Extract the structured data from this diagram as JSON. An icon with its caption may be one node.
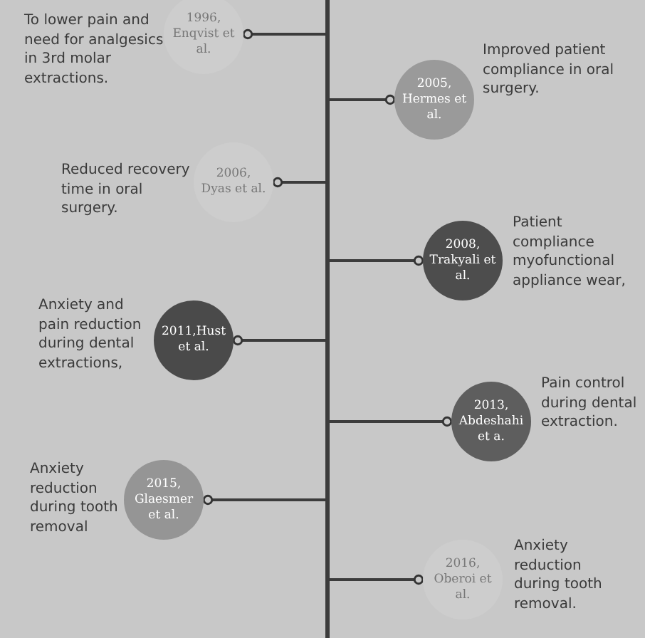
{
  "diagram": {
    "nodes": [
      {
        "text": [],
        "shape": "bar"
      },
      {
        "text": [
          "1996, Enqvist et al."
        ],
        "beside": [
          "To lower pain and need for analgesics in 3rd molar extractions."
        ]
      },
      {
        "text": [
          "2005, Hermes et al."
        ],
        "beside": [
          "Improved patient compliance in oral surgery."
        ]
      },
      {
        "text": [
          "2006, Dyas et al."
        ],
        "beside": [
          "Reduced recovery time in oral surgery."
        ]
      },
      {
        "text": [
          "2008, Trakyali et al."
        ],
        "beside": [
          "Patient compliance myofunctional appliance wear,"
        ]
      },
      {
        "text": [
          "2011,Hust et al."
        ],
        "beside": [
          "Anxiety and pain reduction during dental extractions,"
        ]
      },
      {
        "text": [
          "2013, Abdeshahi et a."
        ],
        "beside": [
          "Pain control during dental extraction."
        ]
      },
      {
        "text": [
          "2015, Glaesmer et al."
        ],
        "beside": [
          "Anxiety reduction during tooth removal"
        ]
      },
      {
        "text": [
          "2016, Oberoi et al."
        ],
        "beside": [
          "Anxiety reduction during tooth removal."
        ]
      }
    ],
    "edges": [
      {
        "from": 0,
        "to": 1,
        "arrow": "other"
      },
      {
        "from": 0,
        "to": 2,
        "arrow": "other"
      },
      {
        "from": 0,
        "to": 3,
        "arrow": "other"
      },
      {
        "from": 0,
        "to": 4,
        "arrow": "other"
      },
      {
        "from": 0,
        "to": 5,
        "arrow": "other"
      },
      {
        "from": 0,
        "to": 6,
        "arrow": "other"
      },
      {
        "from": 0,
        "to": 7,
        "arrow": "other"
      },
      {
        "from": 0,
        "to": 8,
        "arrow": "other"
      }
    ]
  }
}
